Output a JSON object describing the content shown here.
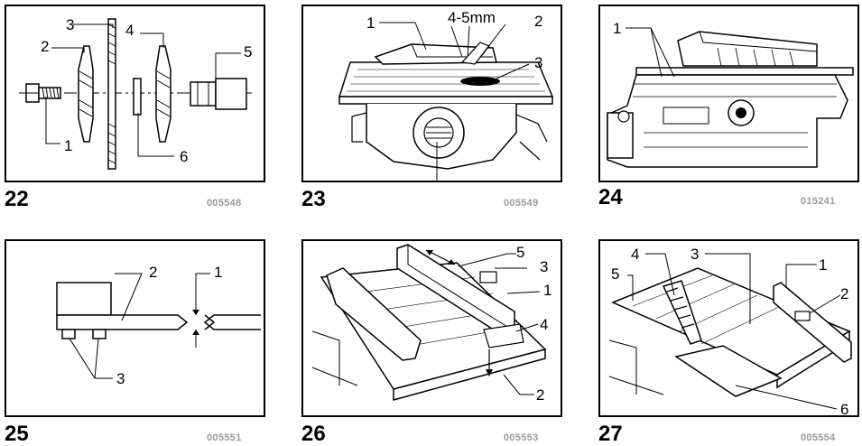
{
  "figures": [
    {
      "number": "22",
      "code": "005548",
      "callouts": [
        "3",
        "2",
        "4",
        "5",
        "1",
        "6"
      ]
    },
    {
      "number": "23",
      "code": "005549",
      "callouts": [
        "1",
        "4-5mm",
        "2",
        "3"
      ]
    },
    {
      "number": "24",
      "code": "015241",
      "callouts": [
        "1"
      ]
    },
    {
      "number": "25",
      "code": "005551",
      "callouts": [
        "2",
        "1",
        "3"
      ]
    },
    {
      "number": "26",
      "code": "005553",
      "callouts": [
        "5",
        "3",
        "1",
        "4",
        "2"
      ]
    },
    {
      "number": "27",
      "code": "005554",
      "callouts": [
        "4",
        "3",
        "1",
        "5",
        "2",
        "6"
      ]
    }
  ]
}
